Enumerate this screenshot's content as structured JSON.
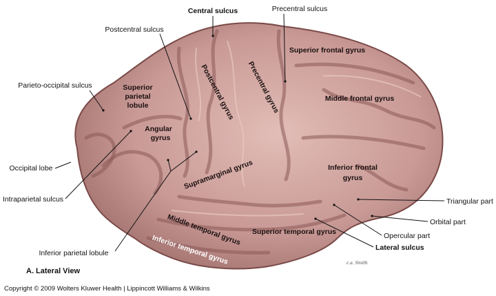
{
  "labels": {
    "central_sulcus": "Central sulcus",
    "precentral_sulcus": "Precentral sulcus",
    "postcentral_sulcus": "Postcentral sulcus",
    "parieto_occipital_sulcus": "Parieto-occipital sulcus",
    "occipital_lobe": "Occipital lobe",
    "intraparietal_sulcus": "Intraparietal sulcus",
    "inferior_parietal_lobule": "Inferior parietal lobule",
    "triangular_part": "Triangular part",
    "orbital_part": "Orbital part",
    "opercular_part": "Opercular part",
    "lateral_sulcus": "Lateral sulcus"
  },
  "gyri": {
    "superior_frontal": "Superior frontal gyrus",
    "middle_frontal": "Middle frontal gyrus",
    "inferior_frontal_1": "Inferior frontal",
    "inferior_frontal_2": "gyrus",
    "precentral": "Precentral gyrus",
    "postcentral": "Postcentral gyrus",
    "superior_parietal_1": "Superior",
    "superior_parietal_2": "parietal",
    "superior_parietal_3": "lobule",
    "angular_1": "Angular",
    "angular_2": "gyrus",
    "supramarginal": "Supramarginal gyrus",
    "superior_temporal": "Superior temporal gyrus",
    "middle_temporal": "Middle temporal gyrus",
    "inferior_temporal": "Inferior temporal gyrus"
  },
  "caption": "A. Lateral View",
  "signature": "c.a. Smith",
  "copyright": "Copyright © 2009 Wolters Kluwer Health | Lippincott Williams & Wilkins",
  "colors": {
    "cortex": "#c99a96",
    "cortex_light": "#dfb8b2",
    "sulcus": "#7a4a48",
    "text": "#111111"
  }
}
